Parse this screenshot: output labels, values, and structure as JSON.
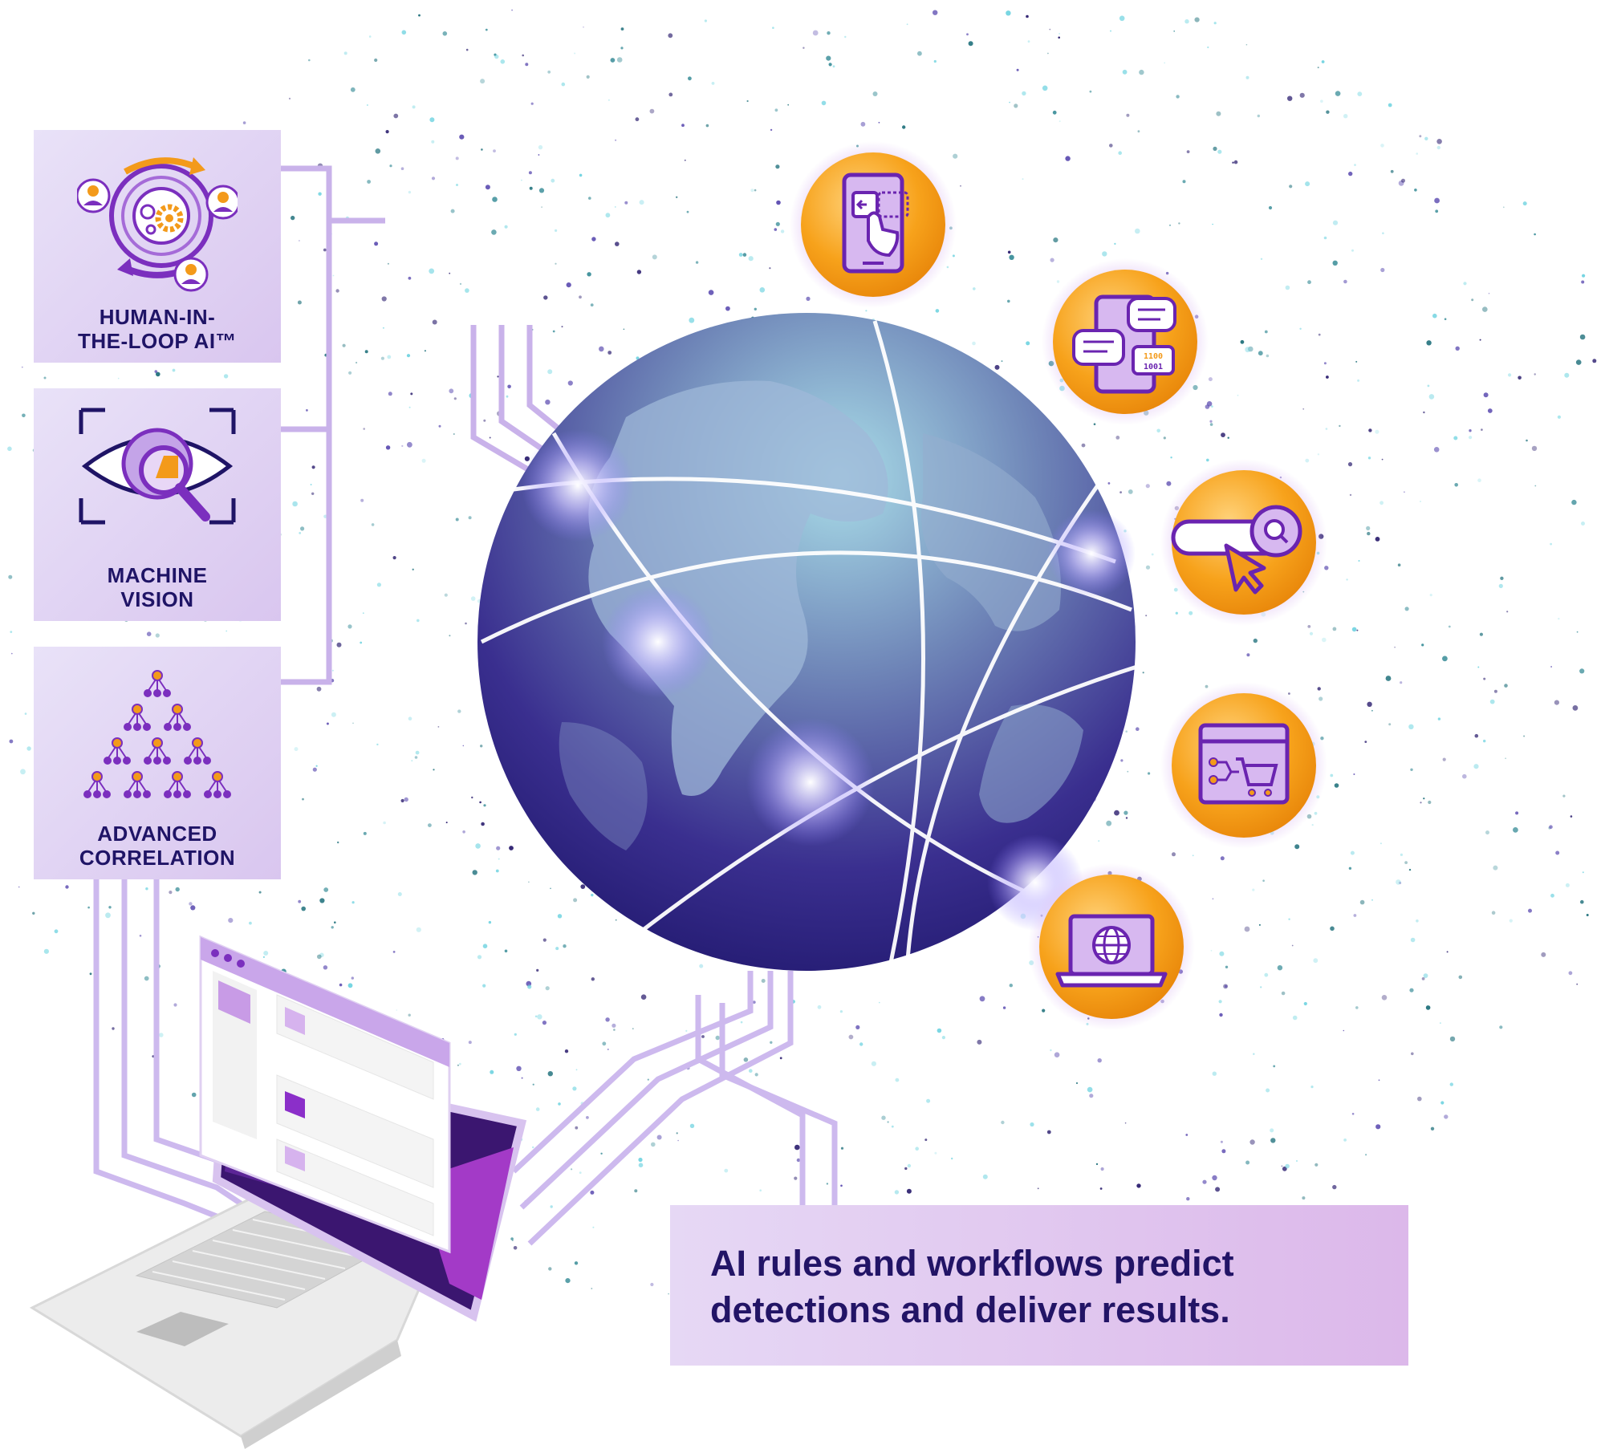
{
  "panels": [
    {
      "id": "hitl",
      "label": "HUMAN-IN-\nTHE-LOOP AI™",
      "icon": "human-in-the-loop-cycle-icon"
    },
    {
      "id": "mv",
      "label": "MACHINE\nVISION",
      "icon": "eye-magnifier-icon"
    },
    {
      "id": "ac",
      "label": "ADVANCED\nCORRELATION",
      "icon": "hierarchy-pyramid-icon"
    }
  ],
  "caption": "AI rules and workflows predict\ndetections and deliver results.",
  "orbit_icons": [
    "mobile-tap-icon",
    "chat-messages-icon",
    "search-click-icon",
    "shopping-cart-icon",
    "laptop-globe-icon"
  ],
  "colors": {
    "navy": "#1f1466",
    "purple": "#7b2fbe",
    "lavender": "#d9c6ef",
    "orange": "#f7a21b",
    "globe_dark": "#221a70",
    "globe_light": "#9ec7dd"
  }
}
